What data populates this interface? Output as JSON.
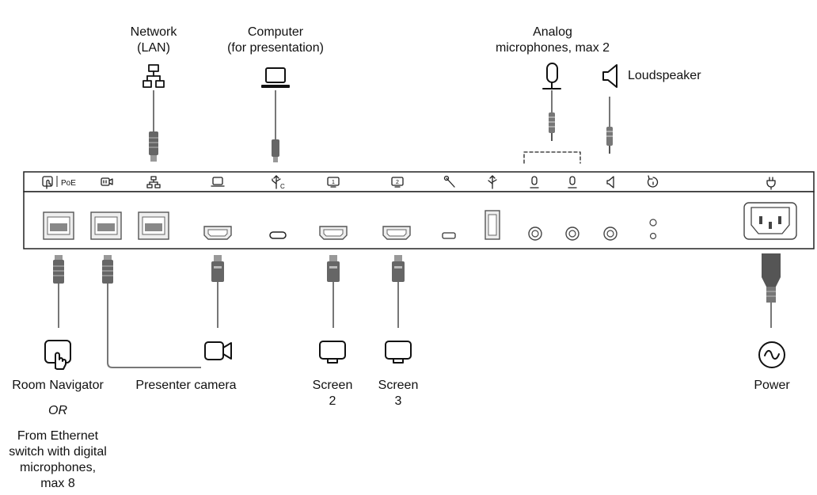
{
  "labels": {
    "network": [
      "Network",
      "(LAN)"
    ],
    "computer": [
      "Computer",
      "(for presentation)"
    ],
    "analog_mics": [
      "Analog",
      "microphones, max 2"
    ],
    "loudspeaker": "Loudspeaker",
    "room_navigator": "Room Navigator",
    "or": "OR",
    "ethernet_switch": [
      "From Ethernet",
      "switch with digital",
      "microphones,",
      "max 8"
    ],
    "presenter_camera": "Presenter camera",
    "screen2": [
      "Screen",
      "2"
    ],
    "screen3": [
      "Screen",
      "3"
    ],
    "power": "Power",
    "poe": "PoE",
    "usbc_sub": "C",
    "hdmi_num_1": "1",
    "hdmi_num_2": "2"
  },
  "icons": [
    "network-icon",
    "laptop-icon",
    "microphone-icon",
    "speaker-icon",
    "touch-panel-icon",
    "camera-icon",
    "monitor-icon",
    "power-ac-icon"
  ]
}
